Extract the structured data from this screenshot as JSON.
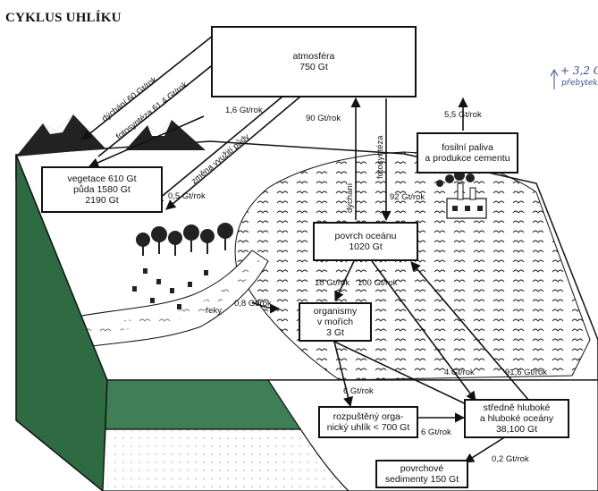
{
  "title": "CYKLUS UHLÍKU",
  "boxes": {
    "atmosphere": [
      "atmosféra",
      "750 Gt"
    ],
    "vegetation": [
      "vegetace 610 Gt",
      "půda 1580 Gt",
      "2190 Gt"
    ],
    "fossil": [
      "fosilní paliva",
      "a produkce cementu"
    ],
    "ocean_surface": [
      "povrch oceánu",
      "1020 Gt"
    ],
    "marine_organisms": [
      "organismy",
      "v mořích",
      "3 Gt"
    ],
    "dissolved_carbon": [
      "rozpuštěný orga-",
      "nický uhlík < 700 Gt"
    ],
    "deep_ocean": [
      "středně hluboké",
      "a hluboké oceány",
      "38,100 Gt"
    ],
    "sediments": [
      "povrchové",
      "sedimenty 150 Gt"
    ]
  },
  "flows": {
    "respiration": "dýchání 60 Gt/rok",
    "photosynthesis_land": "fotosyntéza 61,4 Gt/rok",
    "land_use_value": "1,6 Gt/rok",
    "land_use_label": "změna využití půdy",
    "soil_flux": "0,5 Gt/rok",
    "ocean_up": "90 Gt/rok",
    "ocean_respiration": "dýchání",
    "ocean_photosynthesis": "fotosyntéza",
    "ocean_down": "92 Gt/rok",
    "fossil_flux": "5,5 Gt/rok",
    "rivers_label": "řeky",
    "rivers_flux": "0,8 Gt/rok",
    "surface_to_organisms": "10 Gt/rok",
    "surface_to_deep": "100 Gt/rok",
    "organisms_to_deep": "4 Gt/rok",
    "deep_to_surface": "91,6 Gt/rok",
    "organisms_to_dissolved": "6 Gt/rok",
    "dissolved_to_deep": "6 Gt/rok",
    "deep_to_sediments": "0,2 Gt/rok"
  },
  "handwritten": {
    "value": "+ 3,2 G",
    "note": "přebytek"
  },
  "colors": {
    "ink": "#111111",
    "cliff_green": "#2f6b42",
    "land_green": "#5b9a6a",
    "paper": "#ffffff",
    "ocean_hatch": "#222222"
  }
}
